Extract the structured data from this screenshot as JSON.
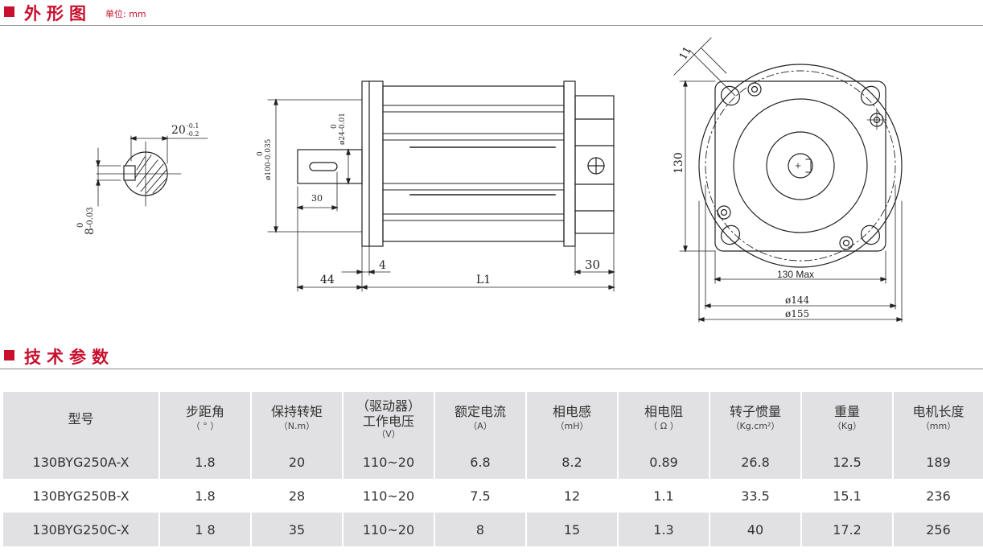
{
  "outline": {
    "title": "外形图",
    "unit": "单位: mm"
  },
  "drawing": {
    "key": {
      "width_main": "20",
      "width_tol_top": "-0.1",
      "width_tol_bottom": "-0.2",
      "height_main": "8",
      "height_tol_top": "0",
      "height_tol_bottom": "-0.03"
    },
    "side": {
      "pilot_dia": "ø100-0.035",
      "pilot_tol": "0",
      "shaft_dia": "ø24-0.01",
      "shaft_tol": "0",
      "key_len": "30",
      "shaft_len": "44",
      "flange_thk": "4",
      "body_len": "L1",
      "rear_len": "30"
    },
    "front": {
      "hole": "11",
      "height": "130",
      "width": "130 Max",
      "circle_a": "ø144",
      "circle_b": "ø155"
    }
  },
  "specs": {
    "title": "技术参数",
    "headers": [
      {
        "label": "型号",
        "unit": ""
      },
      {
        "label": "步距角",
        "unit": "（ ° ）"
      },
      {
        "label": "保持转矩",
        "unit": "（N.m）"
      },
      {
        "label": "（驱动器）",
        "label2": "工作电压",
        "unit": "（V）"
      },
      {
        "label": "额定电流",
        "unit": "（A）"
      },
      {
        "label": "相电感",
        "unit": "（mH）"
      },
      {
        "label": "相电阻",
        "unit": "（ Ω ）"
      },
      {
        "label": "转子惯量",
        "unit": "（Kg.cm²）"
      },
      {
        "label": "重量",
        "unit": "（Kg）"
      },
      {
        "label": "电机长度",
        "unit": "（mm）"
      }
    ],
    "rows": [
      [
        "130BYG250A-X",
        "1.8",
        "20",
        "110~20",
        "6.8",
        "8.2",
        "0.89",
        "26.8",
        "12.5",
        "189"
      ],
      [
        "130BYG250B-X",
        "1.8",
        "28",
        "110~20",
        "7.5",
        "12",
        "1.1",
        "33.5",
        "15.1",
        "236"
      ],
      [
        "130BYG250C-X",
        "1 8",
        "35",
        "110~20",
        "8",
        "15",
        "1.3",
        "40",
        "17.2",
        "256"
      ]
    ]
  }
}
